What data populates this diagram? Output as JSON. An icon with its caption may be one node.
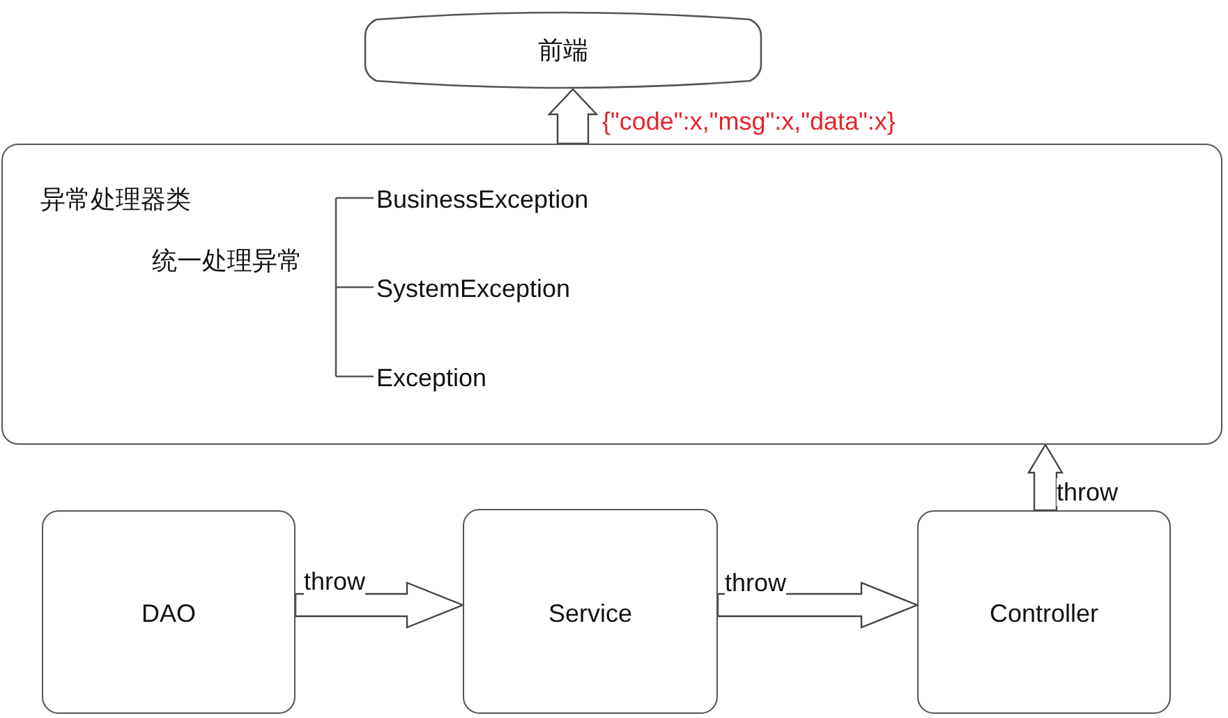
{
  "diagram": {
    "nodes": [
      {
        "text": [
          "前端"
        ]
      },
      {
        "text": [
          "异常处理器类",
          "统一处理异常",
          "BusinessException",
          "SystemException",
          "Exception"
        ]
      },
      {
        "text": [
          "DAO"
        ]
      },
      {
        "text": [
          "Service"
        ]
      },
      {
        "text": [
          "Controller"
        ]
      }
    ],
    "edges": [
      {
        "from": 2,
        "to": 3,
        "arrow": "to",
        "label": "throw"
      },
      {
        "from": 3,
        "to": 4,
        "arrow": "to",
        "label": "throw"
      },
      {
        "from": 4,
        "to": 1,
        "arrow": "to",
        "label": "throw"
      },
      {
        "from": 1,
        "to": 0,
        "arrow": "to",
        "label": "{\"code\":x,\"msg\":x,\"data\":x}"
      }
    ]
  }
}
